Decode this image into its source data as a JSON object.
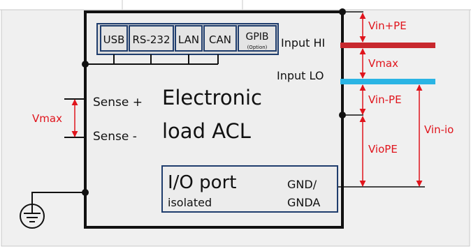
{
  "interfaces": [
    "USB",
    "RS-232",
    "LAN",
    "CAN",
    "GPIB"
  ],
  "gpib_note": "(Option)",
  "device": {
    "name_line1": "Electronic",
    "name_line2": "load ACL"
  },
  "inputs": {
    "hi_label": "Input HI",
    "lo_label": "Input LO"
  },
  "sense": {
    "plus_label": "Sense +",
    "minus_label": "Sense -"
  },
  "io_port": {
    "title": "I/O port",
    "subtitle": "isolated",
    "gnd_line1": "GND/",
    "gnd_line2": "GNDA"
  },
  "voltages": {
    "vin_pe_plus": "Vin+PE",
    "vmax_right": "Vmax",
    "vin_pe_minus": "Vin-PE",
    "vio_pe": "VioPE",
    "vin_io": "Vin-io",
    "vmax_left": "Vmax"
  },
  "colors": {
    "input_hi": "#c8282e",
    "input_lo": "#2ab4e4",
    "dimension": "#e0141c",
    "background": "#f0f0f0",
    "device_fill": "#eeeeee",
    "port_box": "#1f3d6d"
  }
}
